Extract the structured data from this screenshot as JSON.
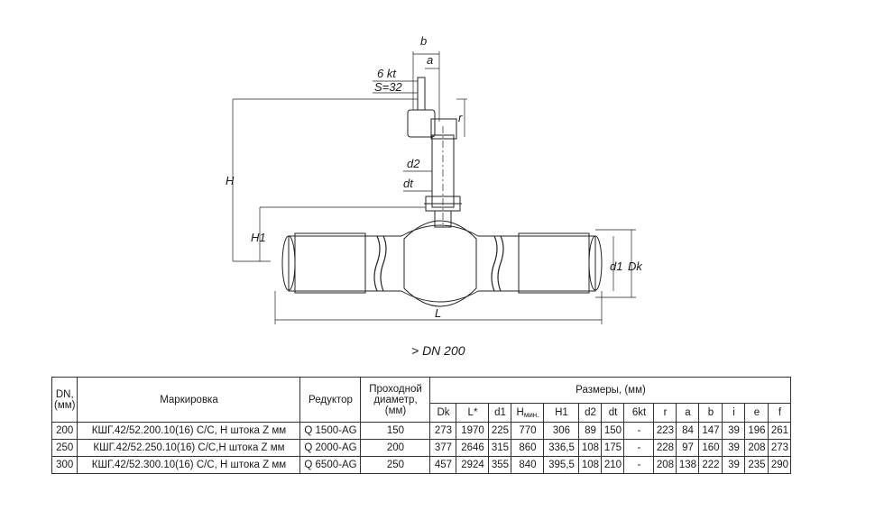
{
  "drawing": {
    "labels": {
      "b": "b",
      "a": "a",
      "hex": "6 kt",
      "s": "S=32",
      "r": "r",
      "H": "H",
      "d2": "d2",
      "dt": "dt",
      "H1": "H1",
      "d1": "d1",
      "Dk": "Dk",
      "L": "L"
    }
  },
  "caption": "> DN 200",
  "table": {
    "headers": {
      "dn": "DN,",
      "dn_unit": "(мм)",
      "marking": "Маркировка",
      "reducer": "Редуктор",
      "bore_line1": "Проходной",
      "bore_line2": "диаметр,",
      "bore_line3": "(мм)",
      "dimensions": "Размеры, (мм)",
      "sub": {
        "Dk": "Dk",
        "L": "L*",
        "d1": "d1",
        "Hmin_main": "H",
        "Hmin_sub": "мин.",
        "H1": "H1",
        "d2": "d2",
        "dt": "dt",
        "kt": "6kt",
        "r": "r",
        "a": "a",
        "b": "b",
        "i": "i",
        "e": "e",
        "f": "f"
      }
    },
    "rows": [
      {
        "dn": "200",
        "marking": "КШГ.42/52.200.10(16) С/С, H штока Z мм",
        "reducer": "Q 1500-AG",
        "bore": "150",
        "Dk": "273",
        "L": "1970",
        "d1": "225",
        "Hmin": "770",
        "H1": "306",
        "d2": "89",
        "dt": "150",
        "kt": "-",
        "r": "223",
        "a": "84",
        "b": "147",
        "i": "39",
        "e": "196",
        "f": "261"
      },
      {
        "dn": "250",
        "marking": "КШГ.42/52.250.10(16) С/С,Н штока Z мм",
        "reducer": "Q 2000-AG",
        "bore": "200",
        "Dk": "377",
        "L": "2646",
        "d1": "315",
        "Hmin": "860",
        "H1": "336,5",
        "d2": "108",
        "dt": "175",
        "kt": "-",
        "r": "228",
        "a": "97",
        "b": "160",
        "i": "39",
        "e": "208",
        "f": "273"
      },
      {
        "dn": "300",
        "marking": "КШГ.42/52.300.10(16) С/С, Н штока Z мм",
        "reducer": "Q 6500-AG",
        "bore": "250",
        "Dk": "457",
        "L": "2924",
        "d1": "355",
        "Hmin": "840",
        "H1": "395,5",
        "d2": "108",
        "dt": "210",
        "kt": "-",
        "r": "208",
        "a": "138",
        "b": "222",
        "i": "39",
        "e": "235",
        "f": "290"
      }
    ]
  }
}
